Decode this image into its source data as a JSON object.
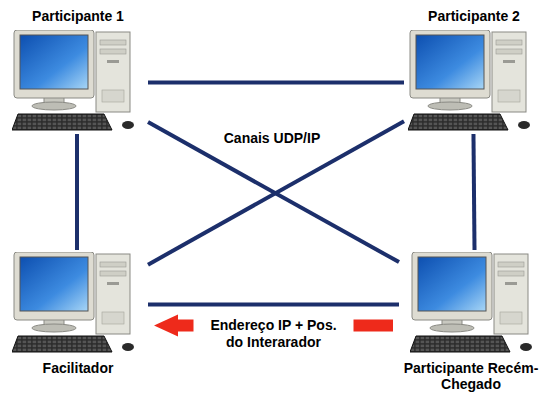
{
  "diagram": {
    "nodes": [
      {
        "text": [
          "Participante 1"
        ]
      },
      {
        "text": [
          "Participante 2"
        ]
      },
      {
        "text": [
          "Facilitador"
        ]
      },
      {
        "text": [
          "Participante Recém-Chegado"
        ]
      }
    ],
    "edges": [
      {
        "from": 0,
        "to": 1,
        "arrow": "none"
      },
      {
        "from": 0,
        "to": 2,
        "arrow": "none"
      },
      {
        "from": 0,
        "to": 3,
        "arrow": "none"
      },
      {
        "from": 1,
        "to": 2,
        "arrow": "none"
      },
      {
        "from": 1,
        "to": 3,
        "arrow": "none"
      },
      {
        "from": 3,
        "to": 2,
        "arrow": "to",
        "label": "Endereço IP + Pos. do Interarador"
      }
    ],
    "labels": [
      "Canais UDP/IP"
    ]
  }
}
